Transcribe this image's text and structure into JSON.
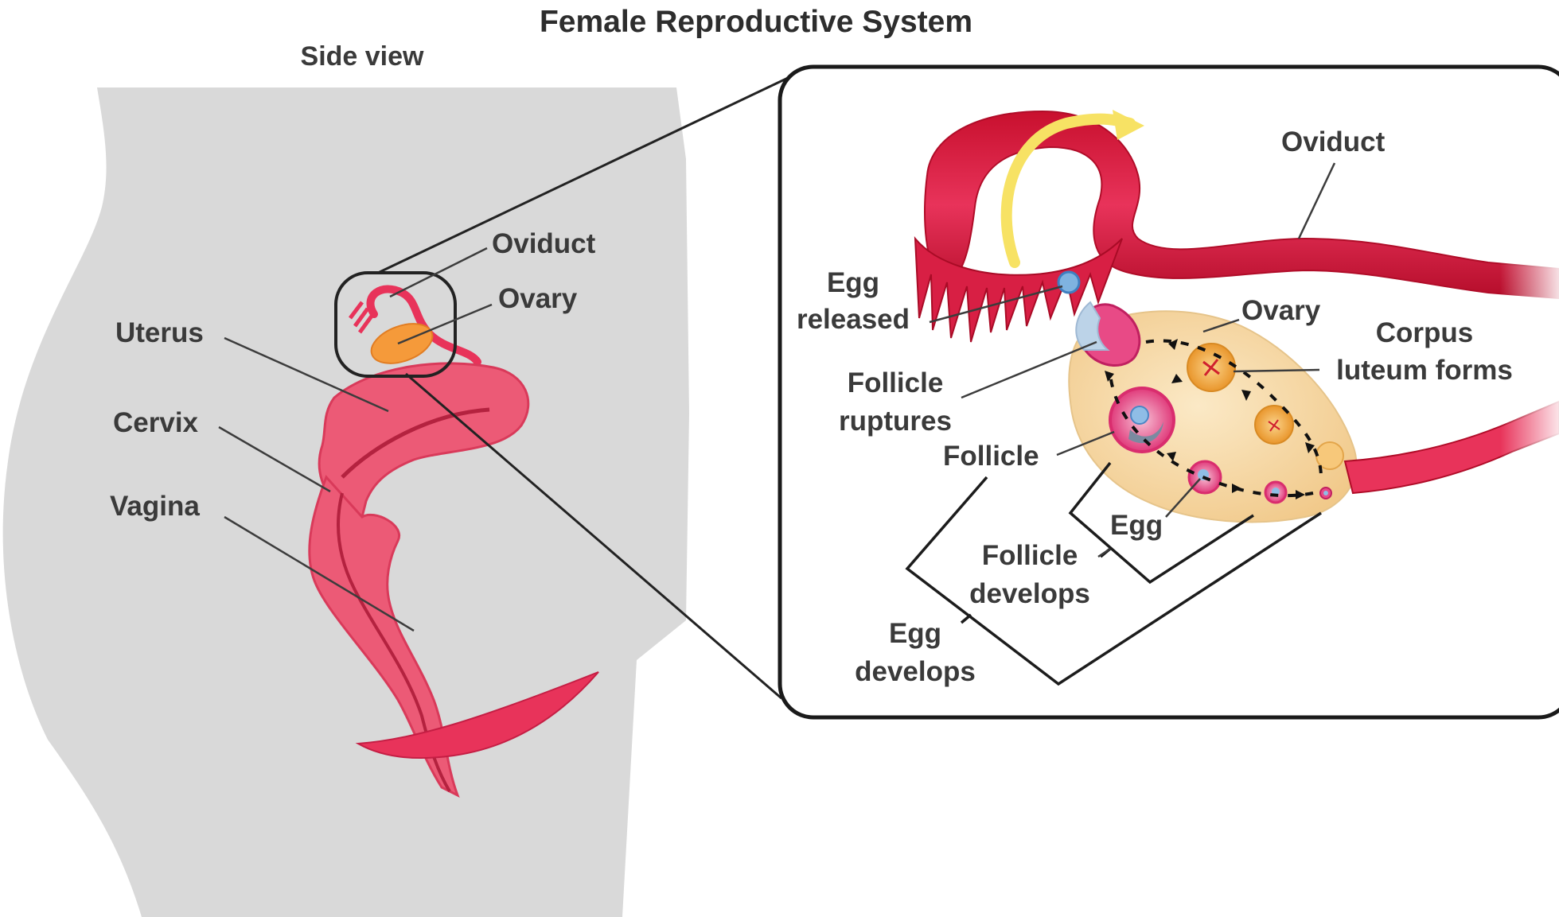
{
  "title": "Female Reproductive System",
  "subtitle": "Side view",
  "side_view_labels": {
    "oviduct": "Oviduct",
    "ovary": "Ovary",
    "uterus": "Uterus",
    "cervix": "Cervix",
    "vagina": "Vagina"
  },
  "detail_labels": {
    "oviduct": "Oviduct",
    "egg_released": [
      "Egg",
      "released"
    ],
    "ovary": "Ovary",
    "corpus_luteum": [
      "Corpus",
      "luteum forms"
    ],
    "follicle_ruptures": [
      "Follicle",
      "ruptures"
    ],
    "follicle": "Follicle",
    "egg": "Egg",
    "follicle_develops": [
      "Follicle",
      "develops"
    ],
    "egg_develops": [
      "Egg",
      "develops"
    ]
  },
  "colors": {
    "body": "#d9d9d9",
    "tissue": "#e8335a",
    "tissue_light": "#f28aa0",
    "ovary": "#f8dfb0",
    "follicle": "#e84a86",
    "corpus_luteum": "#f2b04a",
    "egg": "#7fb3e0",
    "arrow": "#f7e264"
  }
}
